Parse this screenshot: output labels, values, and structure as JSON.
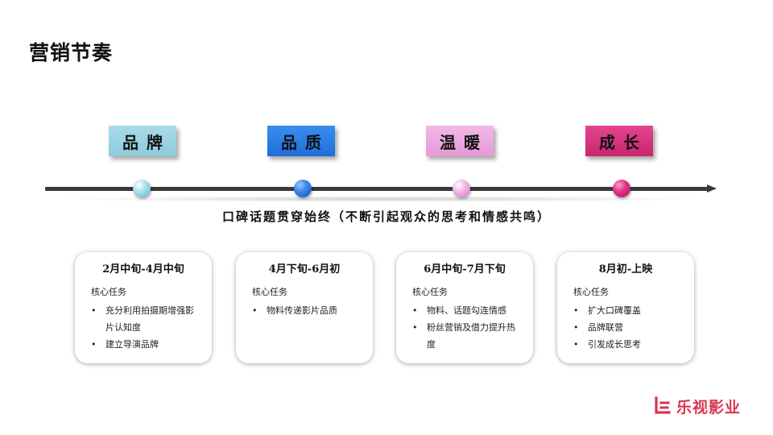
{
  "slide": {
    "title": "营销节奏",
    "theme_text": "口碑话题贯穿始终（不断引起观众的思考和情感共鸣）"
  },
  "stages": [
    {
      "label": "品牌",
      "color": "#8ccbdd"
    },
    {
      "label": "品质",
      "color": "#1f6fd9"
    },
    {
      "label": "温暖",
      "color": "#e79ad8"
    },
    {
      "label": "成长",
      "color": "#c9266f"
    }
  ],
  "cards": [
    {
      "period": "2月中旬-4月中旬",
      "heading": "核心任务",
      "items": [
        "充分利用拍摄期增强影片认知度",
        "建立导演品牌"
      ]
    },
    {
      "period": "4月下旬-6月初",
      "heading": "核心任务",
      "items": [
        "物料传递影片品质"
      ]
    },
    {
      "period": "6月中旬-7月下旬",
      "heading": "核心任务",
      "items": [
        "物料、话题勾连情感",
        "粉丝营销及借力提升热度"
      ]
    },
    {
      "period": "8月初-上映",
      "heading": "核心任务",
      "items": [
        "扩大口碑覆盖",
        "品牌联营",
        "引发成长思考"
      ]
    }
  ],
  "logo": {
    "text": "乐视影业",
    "color": "#d9354e",
    "icon": "letv-logo-icon"
  }
}
